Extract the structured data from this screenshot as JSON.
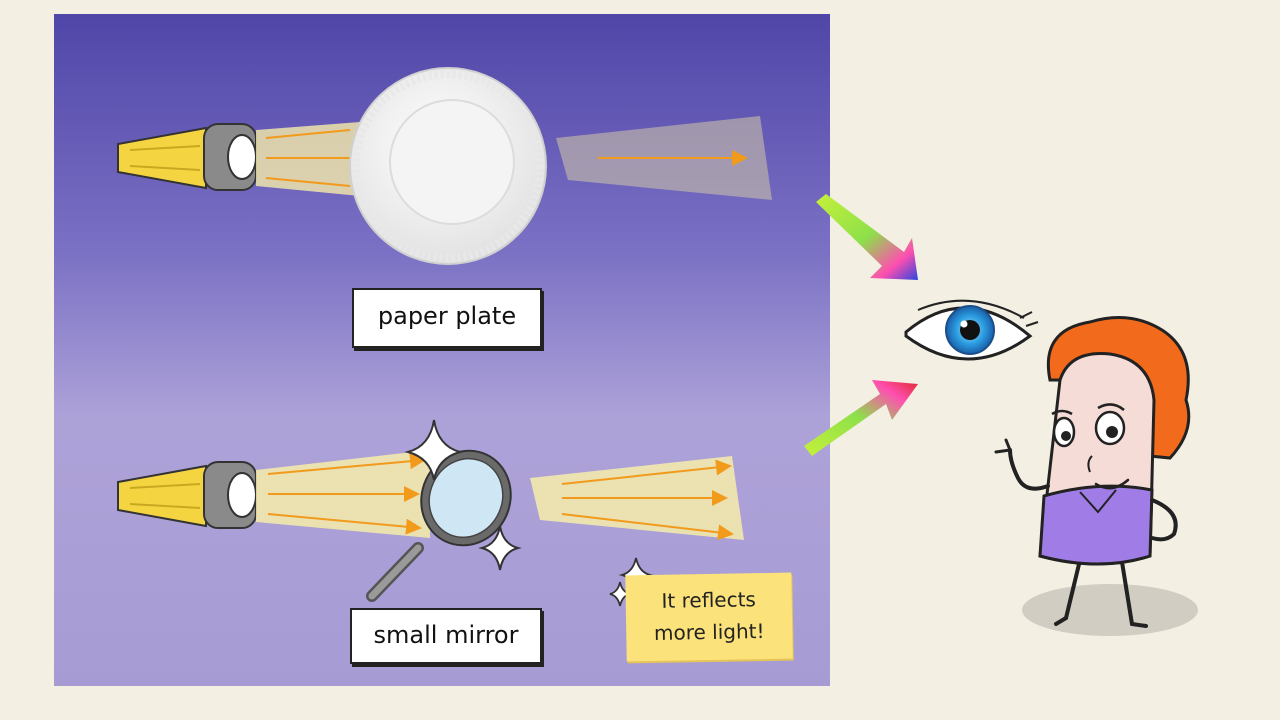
{
  "labels": {
    "top": "paper plate",
    "bottom": "small mirror"
  },
  "callout": {
    "line1": "It reflects",
    "line2": "more light!"
  },
  "colors": {
    "panel_top": "#5046a8",
    "panel_bottom": "#a79bd4",
    "background": "#f3efe3",
    "beam": "#f6ecaa",
    "ray": "#f29a1c",
    "note": "#fbe27a",
    "hair": "#f26a1b",
    "shirt": "#a07ce6",
    "iris": "#2a9be0"
  }
}
